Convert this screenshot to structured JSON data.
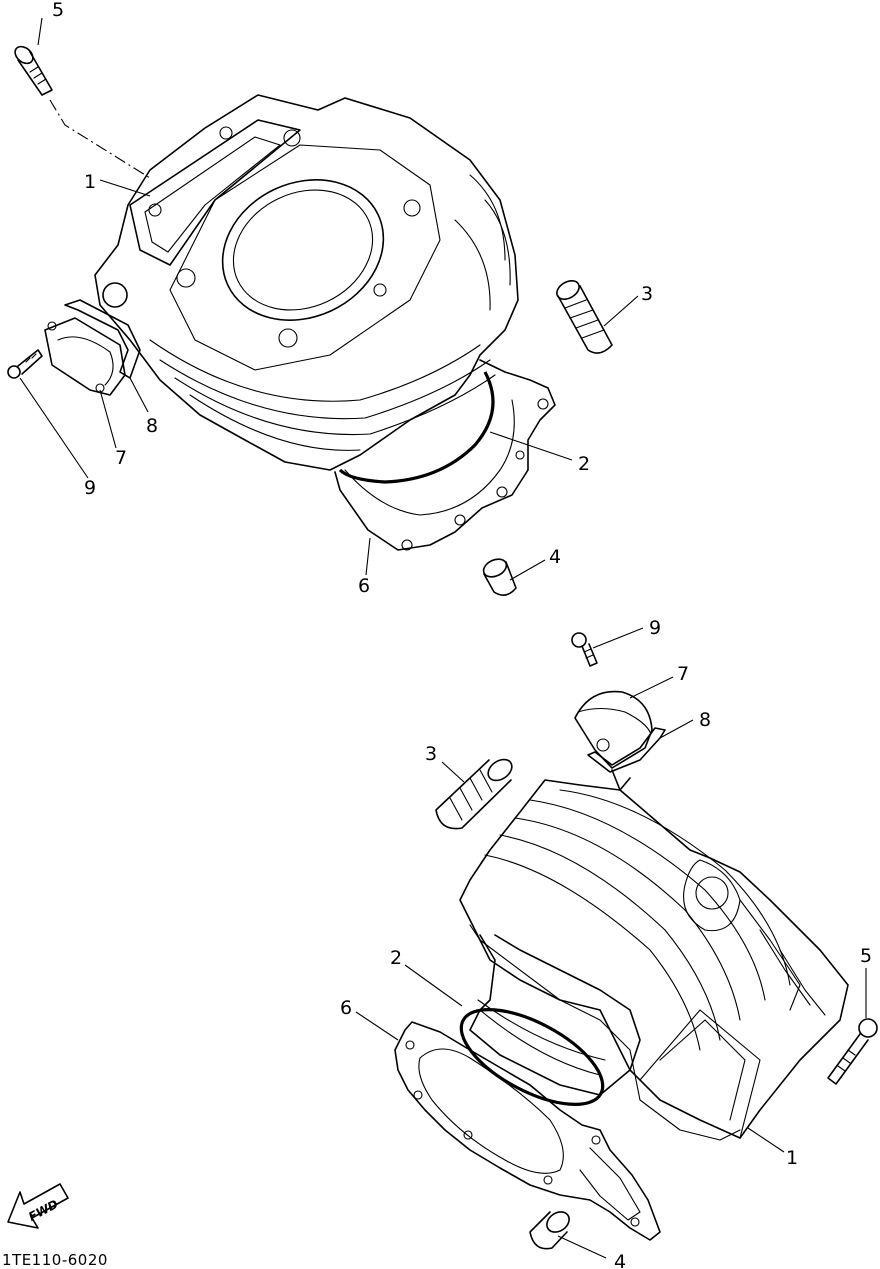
{
  "diagram": {
    "part_code": "1TE110-6020",
    "fwd_label": "FWD",
    "callouts_upper": {
      "c1": "1",
      "c2": "2",
      "c3": "3",
      "c4": "4",
      "c5": "5",
      "c6": "6",
      "c7": "7",
      "c8": "8",
      "c9": "9"
    },
    "callouts_lower": {
      "c1": "1",
      "c2": "2",
      "c3": "3",
      "c4": "4",
      "c5": "5",
      "c6": "6",
      "c7": "7",
      "c8": "8",
      "c9": "9"
    }
  }
}
